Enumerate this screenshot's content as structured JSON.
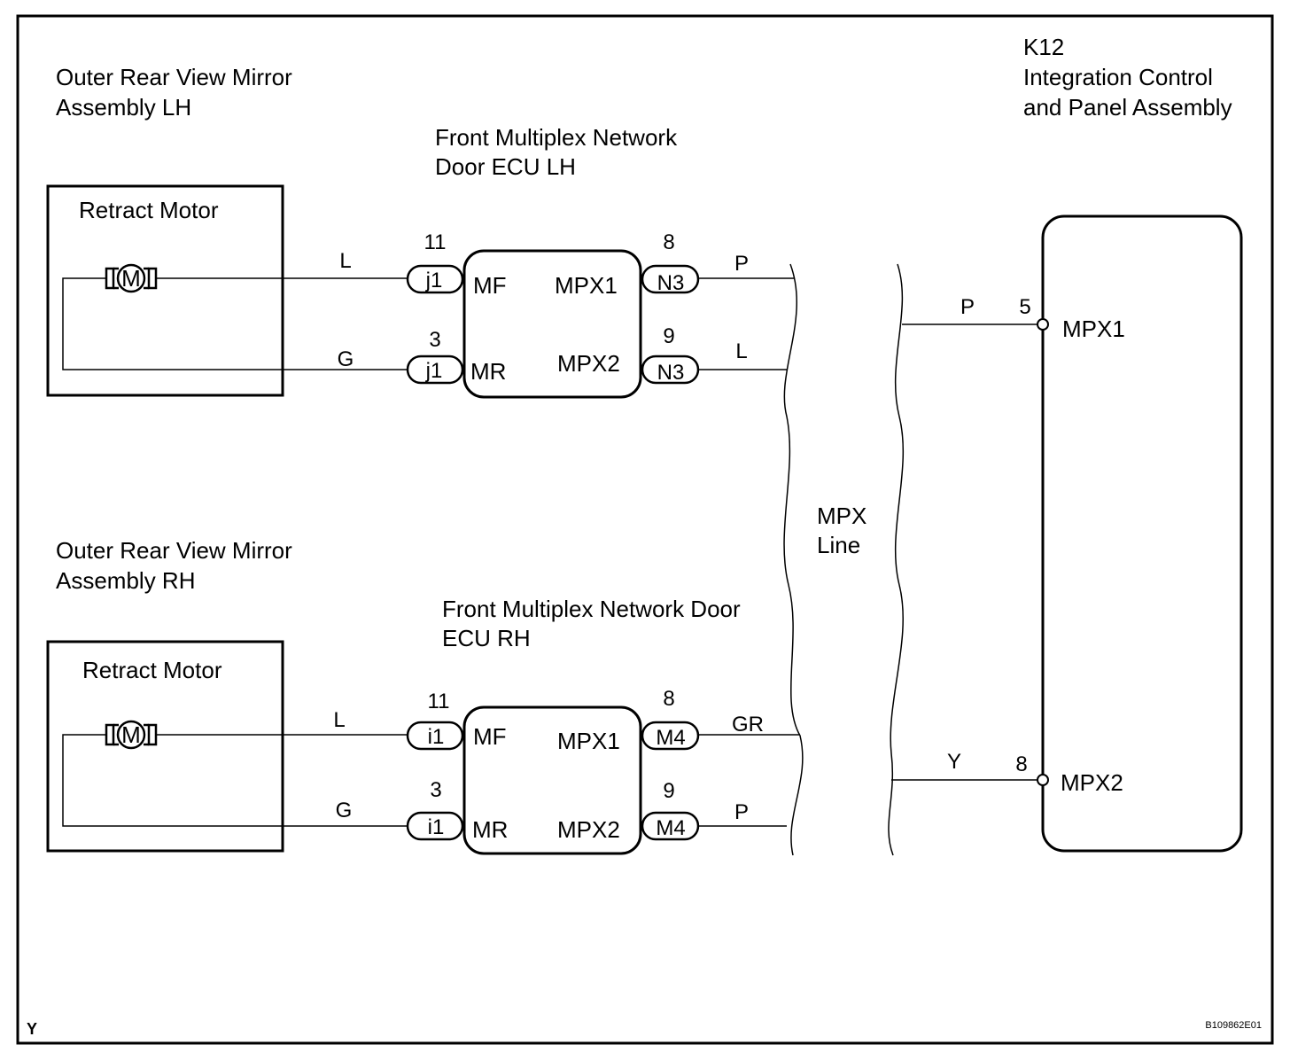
{
  "corner_mark": "Y",
  "figure_code": "B109862E01",
  "k12": {
    "code": "K12",
    "name_line1": "Integration Control",
    "name_line2": "and Panel Assembly",
    "pin_mpx1": "5",
    "pin_mpx2": "8",
    "term_mpx1": "MPX1",
    "term_mpx2": "MPX2",
    "wire_mpx1": "P",
    "wire_mpx2": "Y"
  },
  "mpx_line": {
    "line1": "MPX",
    "line2": "Line"
  },
  "lh": {
    "mirror_line1": "Outer Rear View Mirror",
    "mirror_line2": "Assembly LH",
    "motor_label": "Retract Motor",
    "motor_symbol": "M",
    "ecu_line1": "Front Multiplex Network",
    "ecu_line2": "Door ECU LH",
    "left_connector": "j1",
    "right_connector": "N3",
    "pin_mf": "11",
    "pin_mr": "3",
    "pin_mpx1": "8",
    "pin_mpx2": "9",
    "term_mf": "MF",
    "term_mr": "MR",
    "term_mpx1": "MPX1",
    "term_mpx2": "MPX2",
    "wire_mf": "L",
    "wire_mr": "G",
    "wire_mpx1": "P",
    "wire_mpx2": "L"
  },
  "rh": {
    "mirror_line1": "Outer Rear View Mirror",
    "mirror_line2": "Assembly RH",
    "motor_label": "Retract Motor",
    "motor_symbol": "M",
    "ecu_line1": "Front Multiplex Network Door",
    "ecu_line2": "ECU RH",
    "left_connector": "i1",
    "right_connector": "M4",
    "pin_mf": "11",
    "pin_mr": "3",
    "pin_mpx1": "8",
    "pin_mpx2": "9",
    "term_mf": "MF",
    "term_mr": "MR",
    "term_mpx1": "MPX1",
    "term_mpx2": "MPX2",
    "wire_mf": "L",
    "wire_mr": "G",
    "wire_mpx1": "GR",
    "wire_mpx2": "P"
  }
}
